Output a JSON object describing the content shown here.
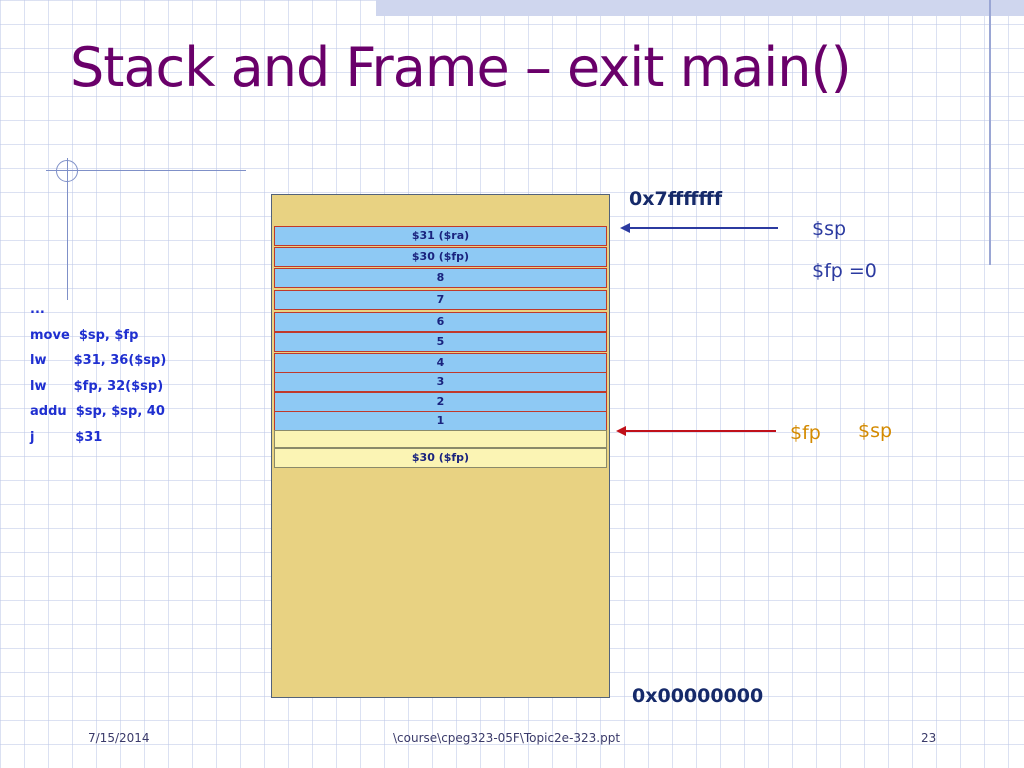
{
  "slide": {
    "title": "Stack and Frame – exit main()",
    "code_lines": [
      "...",
      "move  $sp, $fp",
      "lw      $31, 36($sp)",
      "lw      $fp, 32($sp)",
      "addu  $sp, $sp, 40",
      "j         $31"
    ],
    "stack": {
      "slots": [
        {
          "label": "$31 ($ra)"
        },
        {
          "label": "$30 ($fp)"
        },
        {
          "label": "8"
        },
        {
          "label": "7"
        },
        {
          "label": "6"
        },
        {
          "label": "5"
        },
        {
          "label": "4"
        },
        {
          "label": "3"
        },
        {
          "label": "2"
        },
        {
          "label": "1"
        },
        {
          "label": ""
        },
        {
          "label": "$30 ($fp)"
        }
      ],
      "top_address": "0x7fffffff",
      "bottom_address": "0x00000000"
    },
    "pointers": {
      "top_sp": "$sp",
      "top_fp": "$fp =0",
      "bottom_fp": "$fp",
      "bottom_sp": "$sp"
    },
    "footer": {
      "date": "7/15/2014",
      "path": "\\course\\cpeg323-05F\\Topic2e-323.ppt",
      "page": "23"
    }
  },
  "colors": {
    "title": "#6a006a",
    "code": "#1f2fd0",
    "stack_bg": "#e8d282",
    "slot_blue": "#8ec9f4",
    "slot_yellow": "#fbf4b4",
    "slot_border": "#c0392b",
    "arrow_top": "#2b3aa0",
    "arrow_bottom": "#c0101a",
    "reg_bottom": "#d48a00"
  },
  "icons": [
    "arrow-left-icon",
    "crosshair-icon"
  ]
}
